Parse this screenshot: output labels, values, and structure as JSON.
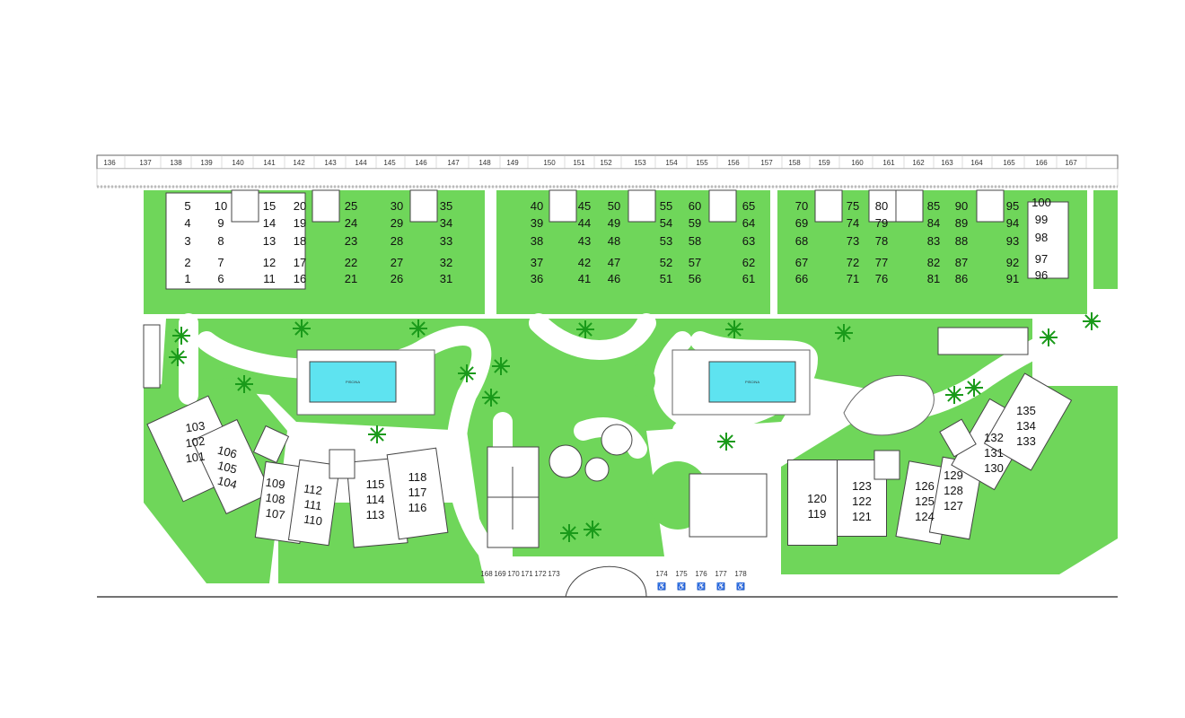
{
  "colors": {
    "lawn": "#6fd65a",
    "pool": "#5ee3f0",
    "building": "#ffffff",
    "outline": "#444444"
  },
  "top_parking": [
    "136",
    "137",
    "138",
    "139",
    "140",
    "141",
    "142",
    "143",
    "144",
    "145",
    "146",
    "147",
    "148",
    "149",
    "150",
    "151",
    "152",
    "153",
    "154",
    "155",
    "156",
    "157",
    "158",
    "159",
    "160",
    "161",
    "162",
    "163",
    "164",
    "165",
    "166",
    "167"
  ],
  "top_units": [
    [
      "5",
      "4",
      "3",
      "2",
      "1"
    ],
    [
      "10",
      "9",
      "8",
      "7",
      "6"
    ],
    [
      "15",
      "14",
      "13",
      "12",
      "11"
    ],
    [
      "20",
      "19",
      "18",
      "17",
      "16"
    ],
    [
      "25",
      "24",
      "23",
      "22",
      "21"
    ],
    [
      "30",
      "29",
      "28",
      "27",
      "26"
    ],
    [
      "35",
      "34",
      "33",
      "32",
      "31"
    ],
    [
      "40",
      "39",
      "38",
      "37",
      "36"
    ],
    [
      "45",
      "44",
      "43",
      "42",
      "41"
    ],
    [
      "50",
      "49",
      "48",
      "47",
      "46"
    ],
    [
      "55",
      "54",
      "53",
      "52",
      "51"
    ],
    [
      "60",
      "59",
      "58",
      "57",
      "56"
    ],
    [
      "65",
      "64",
      "63",
      "62",
      "61"
    ],
    [
      "70",
      "69",
      "68",
      "67",
      "66"
    ],
    [
      "75",
      "74",
      "73",
      "72",
      "71"
    ],
    [
      "80",
      "79",
      "78",
      "77",
      "76"
    ],
    [
      "85",
      "84",
      "83",
      "82",
      "81"
    ],
    [
      "90",
      "89",
      "88",
      "87",
      "86"
    ],
    [
      "95",
      "94",
      "93",
      "92",
      "91"
    ],
    [
      "100",
      "99",
      "98",
      "97",
      "96"
    ]
  ],
  "bottom_units": [
    [
      "103",
      "102",
      "101"
    ],
    [
      "106",
      "105",
      "104"
    ],
    [
      "109",
      "108",
      "107"
    ],
    [
      "112",
      "111",
      "110"
    ],
    [
      "115",
      "114",
      "113"
    ],
    [
      "118",
      "117",
      "116"
    ],
    [
      "120",
      "119"
    ],
    [
      "123",
      "122",
      "121"
    ],
    [
      "126",
      "125",
      "124"
    ],
    [
      "129",
      "128",
      "127"
    ],
    [
      "132",
      "131",
      "130"
    ],
    [
      "135",
      "134",
      "133"
    ]
  ],
  "bottom_parking_left": [
    "168",
    "169",
    "170",
    "171",
    "172",
    "173"
  ],
  "bottom_parking_right": [
    "174",
    "175",
    "176",
    "177",
    "178"
  ],
  "amenities": {
    "pool_left": "PISCINA",
    "pool_right": "PISCINA"
  },
  "icons": [
    "palm-tree-icon",
    "playground-equipment-icon",
    "accessible-parking-icon"
  ]
}
